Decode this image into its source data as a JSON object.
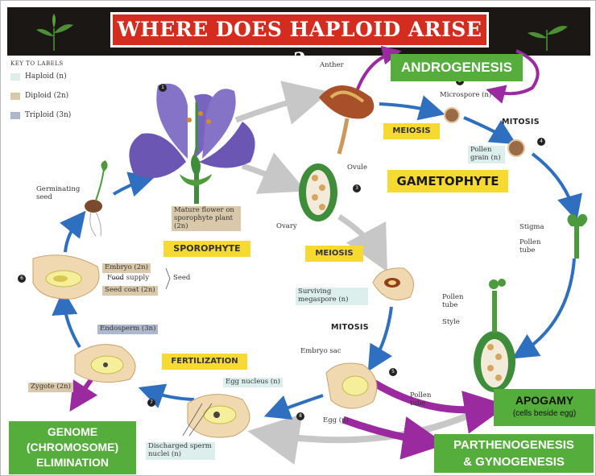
{
  "title": "WHERE DOES HAPLOID ARISE ?",
  "key": {
    "header": "KEY TO LABELS",
    "items": [
      {
        "label": "Haploid (n)",
        "color": "#dcefed"
      },
      {
        "label": "Diploid (2n)",
        "color": "#d9c8a9"
      },
      {
        "label": "Triploid (3n)",
        "color": "#aeb8cc"
      }
    ]
  },
  "labels": {
    "anther": "Anther",
    "microspore": "Microspore (n)",
    "mitosis_top": "MITOSIS",
    "pollen_grain": "Pollen grain (n)",
    "meiosis_top": "MEIOSIS",
    "ovule": "Ovule",
    "ovary": "Ovary",
    "germinating_seed": "Germinating seed",
    "mature_flower": "Mature flower on sporophyte plant (2n)",
    "sporophyte": "SPOROPHYTE",
    "gametophyte": "GAMETOPHYTE",
    "meiosis_mid": "MEIOSIS",
    "surviving_megaspore": "Surviving megaspore (n)",
    "mitosis_mid": "MITOSIS",
    "embryo_sac": "Embryo sac",
    "stigma": "Stigma",
    "pollen_tube_1": "Pollen tube",
    "pollen_tube_2": "Pollen tube",
    "style": "Style",
    "embryo": "Embryo (2n)",
    "food_supply": "Food supply",
    "seed_coat": "Seed coat (2n)",
    "seed": "Seed",
    "endosperm": "Endosperm (3n)",
    "fertilization": "FERTILIZATION",
    "zygote": "Zygote (2n)",
    "egg_nucleus": "Egg nucleus (n)",
    "egg": "Egg (n)",
    "pollen_tube_3": "Pollen tube",
    "discharged_sperm": "Discharged sperm nuclei (n)"
  },
  "step_numbers": [
    "1",
    "2",
    "3",
    "4",
    "5",
    "6",
    "7",
    "8"
  ],
  "callouts": {
    "androgenesis": "ANDROGENESIS",
    "apogamy": "APOGAMY",
    "apogamy_sub": "(cells beside egg)",
    "genome_elimination": [
      "GENOME",
      "(CHROMOSOME)",
      "ELIMINATION"
    ],
    "parthenogenesis": [
      "PARTHENOGENESIS",
      "& GYNOGENESIS"
    ]
  },
  "colors": {
    "banner": "#1a1714",
    "title_bg": "#d42c1f",
    "callout_green": "#55ad3c",
    "label_yellow": "#f6da32",
    "arrow_blue": "#2f6fbf",
    "arrow_purple": "#9b2aa1",
    "arrow_grey": "#c7c7c7"
  }
}
